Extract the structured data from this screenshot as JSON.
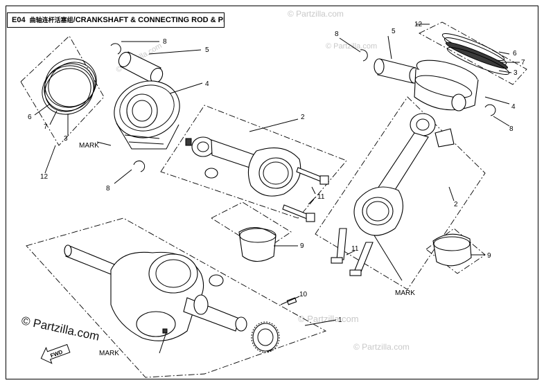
{
  "header": {
    "code": "E04",
    "title_cn": "曲轴连杆活塞组",
    "title_en": "/CRANKSHAFT & CONNECTING ROD & PISTON ASSY"
  },
  "callouts": [
    "1",
    "2",
    "2",
    "3",
    "3",
    "4",
    "4",
    "5",
    "5",
    "6",
    "6",
    "7",
    "7",
    "8",
    "8",
    "8",
    "8",
    "9",
    "9",
    "10",
    "11",
    "11",
    "12",
    "12"
  ],
  "marks": [
    "MARK",
    "MARK",
    "MARK"
  ],
  "watermarks": {
    "main": "© Partzilla.com",
    "faint": "© Partzilla.com"
  },
  "fwd_label": "FWD"
}
